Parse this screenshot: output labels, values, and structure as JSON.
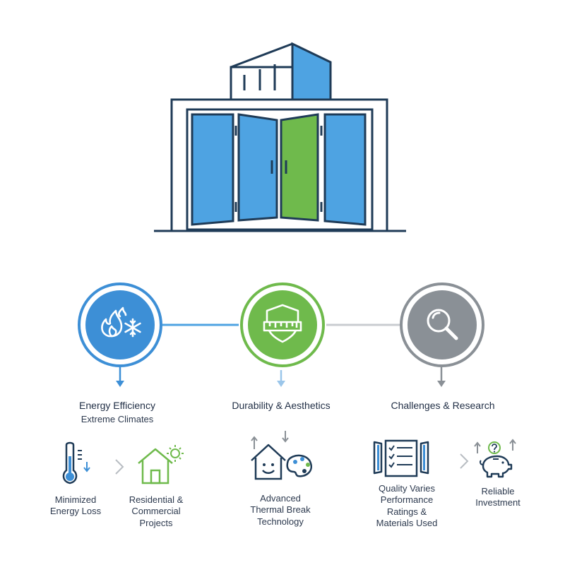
{
  "colors": {
    "navy": "#1f3b57",
    "blue": "#3d8fd6",
    "blue_light": "#4ea3e2",
    "green": "#6fba4c",
    "gray": "#8a9096",
    "connector": "#c9ccd0"
  },
  "columns": [
    {
      "title": "Energy Efficiency",
      "subtitle": "Extreme Climates",
      "icon": "flame-snowflake-icon",
      "items": [
        {
          "icon": "thermometer-icon",
          "lines": [
            "Minimized",
            "Energy Loss"
          ]
        },
        {
          "icon": "house-sun-icon",
          "lines": [
            "Residential &",
            "Commercial",
            "Projects"
          ]
        }
      ]
    },
    {
      "title": "Durability & Aesthetics",
      "icon": "shield-ruler-icon",
      "items": [
        {
          "icon": "smiling-house-palette-icon",
          "lines": [
            "Advanced",
            "Thermal Break",
            "Technology"
          ]
        }
      ]
    },
    {
      "title": "Challenges & Research",
      "icon": "magnifier-icon",
      "items": [
        {
          "icon": "checklist-window-icon",
          "lines": [
            "Quality Varies",
            "Performance",
            "Ratings &",
            "Materials Used"
          ]
        },
        {
          "icon": "piggy-bank-icon",
          "lines": [
            "Reliable",
            "Investment"
          ]
        }
      ]
    }
  ]
}
